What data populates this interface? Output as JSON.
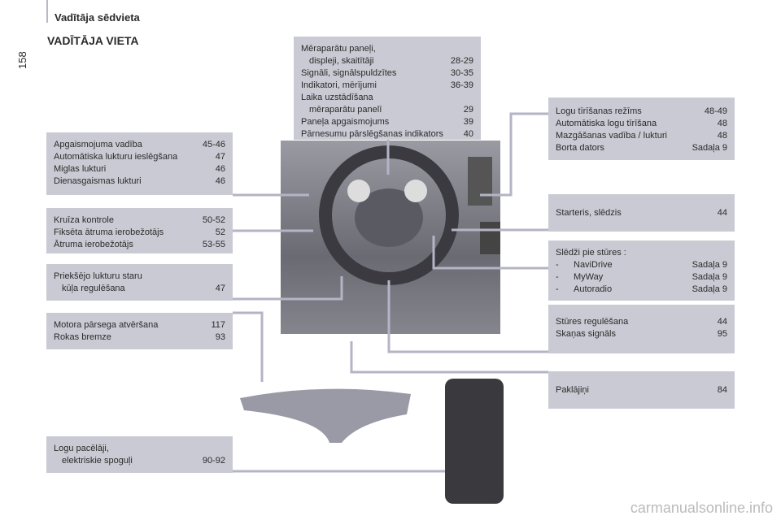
{
  "header": {
    "section": "Vadītāja sēdvieta",
    "page_number": "158",
    "title": "VADĪTĀJA VIETA"
  },
  "boxes": {
    "top": [
      {
        "l": "Mēraparātu paneļi,",
        "p": ""
      },
      {
        "l": "displeji, skaitītāji",
        "p": "28-29"
      },
      {
        "l": "Signāli, signālspuldzītes",
        "p": "30-35"
      },
      {
        "l": "Indikatori, mērījumi",
        "p": "36-39"
      },
      {
        "l": "Laika uzstādīšana",
        "p": ""
      },
      {
        "l": "mēraparātu panelī",
        "p": "29"
      },
      {
        "l": "Paneļa apgaismojums",
        "p": "39"
      },
      {
        "l": "Pārnesumu pārslēgšanas indikators",
        "p": "40"
      }
    ],
    "lights": [
      {
        "l": "Apgaismojuma vadība",
        "p": "45-46"
      },
      {
        "l": "Automātiska lukturu ieslēgšana",
        "p": "47"
      },
      {
        "l": "Miglas lukturi",
        "p": "46"
      },
      {
        "l": "Dienasgaismas lukturi",
        "p": "46"
      }
    ],
    "cruise": [
      {
        "l": "Kruīza kontrole",
        "p": "50-52"
      },
      {
        "l": "Fiksēta ātruma ierobežotājs",
        "p": "52"
      },
      {
        "l": "Ātruma ierobežotājs",
        "p": "53-55"
      }
    ],
    "headlamp": [
      {
        "l": "Priekšējo lukturu staru",
        "p": ""
      },
      {
        "l": "kūļa regulēšana",
        "p": "47"
      }
    ],
    "bonnet": [
      {
        "l": "Motora pārsega atvēršana",
        "p": "117"
      },
      {
        "l": "Rokas bremze",
        "p": "93"
      }
    ],
    "windows": [
      {
        "l": "Logu pacēlāji,",
        "p": ""
      },
      {
        "l": "elektriskie spoguļi",
        "p": "90-92"
      }
    ],
    "wipers": [
      {
        "l": "Logu tīrīšanas režīms",
        "p": "48-49"
      },
      {
        "l": "Automātiska logu tīrīšana",
        "p": "48"
      },
      {
        "l": "Mazgāšanas vadība / lukturi",
        "p": "48"
      },
      {
        "l": "Borta dators",
        "p": "Sadaļa 9"
      }
    ],
    "ignition": [
      {
        "l": "Starteris, slēdzis",
        "p": "44"
      }
    ],
    "controls_title": "Slēdži pie stūres :",
    "controls": [
      {
        "d": "-",
        "l": "NaviDrive",
        "p": "Sadaļa 9"
      },
      {
        "d": "-",
        "l": "MyWay",
        "p": "Sadaļa 9"
      },
      {
        "d": "-",
        "l": "Autoradio",
        "p": "Sadaļa 9"
      }
    ],
    "steering": [
      {
        "l": "Stūres regulēšana",
        "p": "44"
      },
      {
        "l": "Skaņas signāls",
        "p": "95"
      }
    ],
    "mats": [
      {
        "l": "Paklājiņi",
        "p": "84"
      }
    ]
  },
  "footer": "carmanualsonline.info"
}
